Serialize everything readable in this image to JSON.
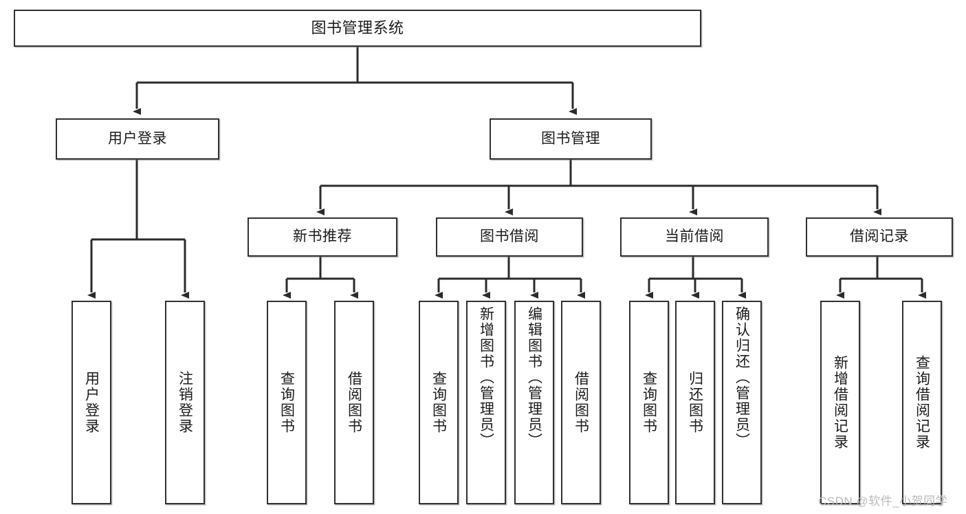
{
  "diagram": {
    "type": "tree",
    "title": "图书管理系统",
    "watermark": "CSDN @软件_小贺同学",
    "colors": {
      "stroke": "#30302f",
      "fill": "#ffffff",
      "text": "#1b1b1b",
      "watermark": "#b9b9b9"
    },
    "nodes": {
      "root": {
        "label": "图书管理系统"
      },
      "level1": [
        {
          "id": "user-login",
          "label": "用户登录"
        },
        {
          "id": "book-manage",
          "label": "图书管理"
        }
      ],
      "level2": [
        {
          "id": "new-book-recommend",
          "label": "新书推荐"
        },
        {
          "id": "book-borrow",
          "label": "图书借阅"
        },
        {
          "id": "current-borrow",
          "label": "当前借阅"
        },
        {
          "id": "borrow-record",
          "label": "借阅记录"
        }
      ],
      "leaves": {
        "user_login": [
          {
            "id": "leaf-user-login",
            "label": "用户登录"
          },
          {
            "id": "leaf-logout-login",
            "label": "注销登录"
          }
        ],
        "new_book_recommend": [
          {
            "id": "leaf-query-book-1",
            "label": "查询图书"
          },
          {
            "id": "leaf-borrow-book-1",
            "label": "借阅图书"
          }
        ],
        "book_borrow": [
          {
            "id": "leaf-query-book-2",
            "label": "查询图书"
          },
          {
            "id": "leaf-add-book",
            "label": "新增图书（管理员）"
          },
          {
            "id": "leaf-edit-book",
            "label": "编辑图书（管理员）"
          },
          {
            "id": "leaf-borrow-book-2",
            "label": "借阅图书"
          }
        ],
        "current_borrow": [
          {
            "id": "leaf-query-book-3",
            "label": "查询图书"
          },
          {
            "id": "leaf-return-book",
            "label": "归还图书"
          },
          {
            "id": "leaf-confirm-return",
            "label": "确认归还（管理员）"
          }
        ],
        "borrow_record": [
          {
            "id": "leaf-add-record",
            "label": "新增借阅记录"
          },
          {
            "id": "leaf-query-record",
            "label": "查询借阅记录"
          }
        ]
      }
    }
  }
}
